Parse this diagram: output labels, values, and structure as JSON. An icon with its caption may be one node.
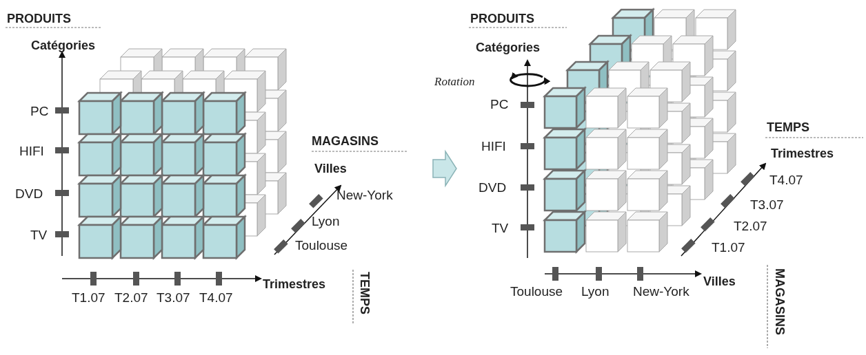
{
  "diagram": {
    "labels": [
      "PRODUITS",
      "Catégories",
      "PC",
      "HIFI",
      "DVD",
      "TV",
      "MAGASINS",
      "Villes",
      "New-York",
      "Lyon",
      "Toulouse",
      "T1.07",
      "T2.07",
      "T3.07",
      "T4.07",
      "Trimestres",
      "TEMPS",
      "PRODUITS",
      "Catégories",
      "Rotation",
      "PC",
      "HIFI",
      "DVD",
      "TV",
      "TEMPS",
      "Trimestres",
      "T4.07",
      "T3.07",
      "T2.07",
      "T1.07",
      "Toulouse",
      "Lyon",
      "New-York",
      "Villes",
      "MAGASINS"
    ]
  }
}
